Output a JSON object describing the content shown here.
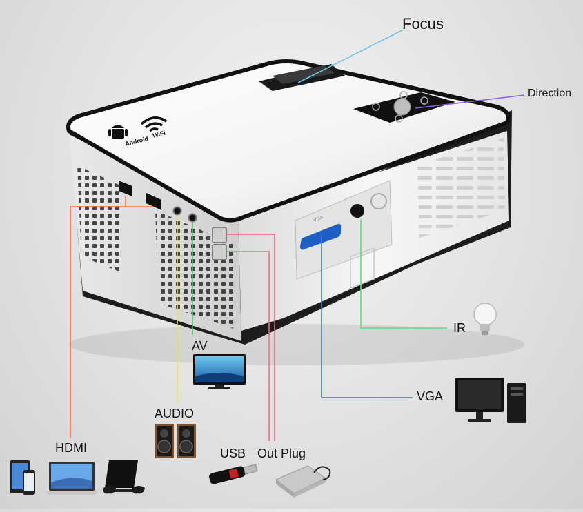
{
  "labels": {
    "focus": "Focus",
    "direction": "Direction",
    "ir": "IR",
    "vga": "VGA",
    "av": "AV",
    "audio": "AUDIO",
    "hdmi": "HDMI",
    "usb": "USB",
    "out_plug": "Out Plug"
  },
  "logo_text": {
    "android": "Android",
    "wifi": "WiFi",
    "port_vga": "VGA"
  },
  "colors": {
    "focus_line": "#6ec3ec",
    "direction_line": "#8a5cf0",
    "ir_line": "#5fe07a",
    "vga_line": "#3a73e0",
    "av_line": "#3ecf5a",
    "audio_line": "#e6e23a",
    "hdmi_line": "#f07a45",
    "usb_line": "#ee6080",
    "outplug_line": "#e8707a",
    "vga_port": "#1e5fc4"
  },
  "icons": [
    "android-robot-icon",
    "wifi-icon",
    "lightbulb-icon",
    "desktop-pc-icon",
    "tv-icon",
    "speakers-icon",
    "tablet-icon",
    "phone-icon",
    "laptop-icon",
    "game-console-icon",
    "usb-stick-icon",
    "external-drive-icon"
  ]
}
